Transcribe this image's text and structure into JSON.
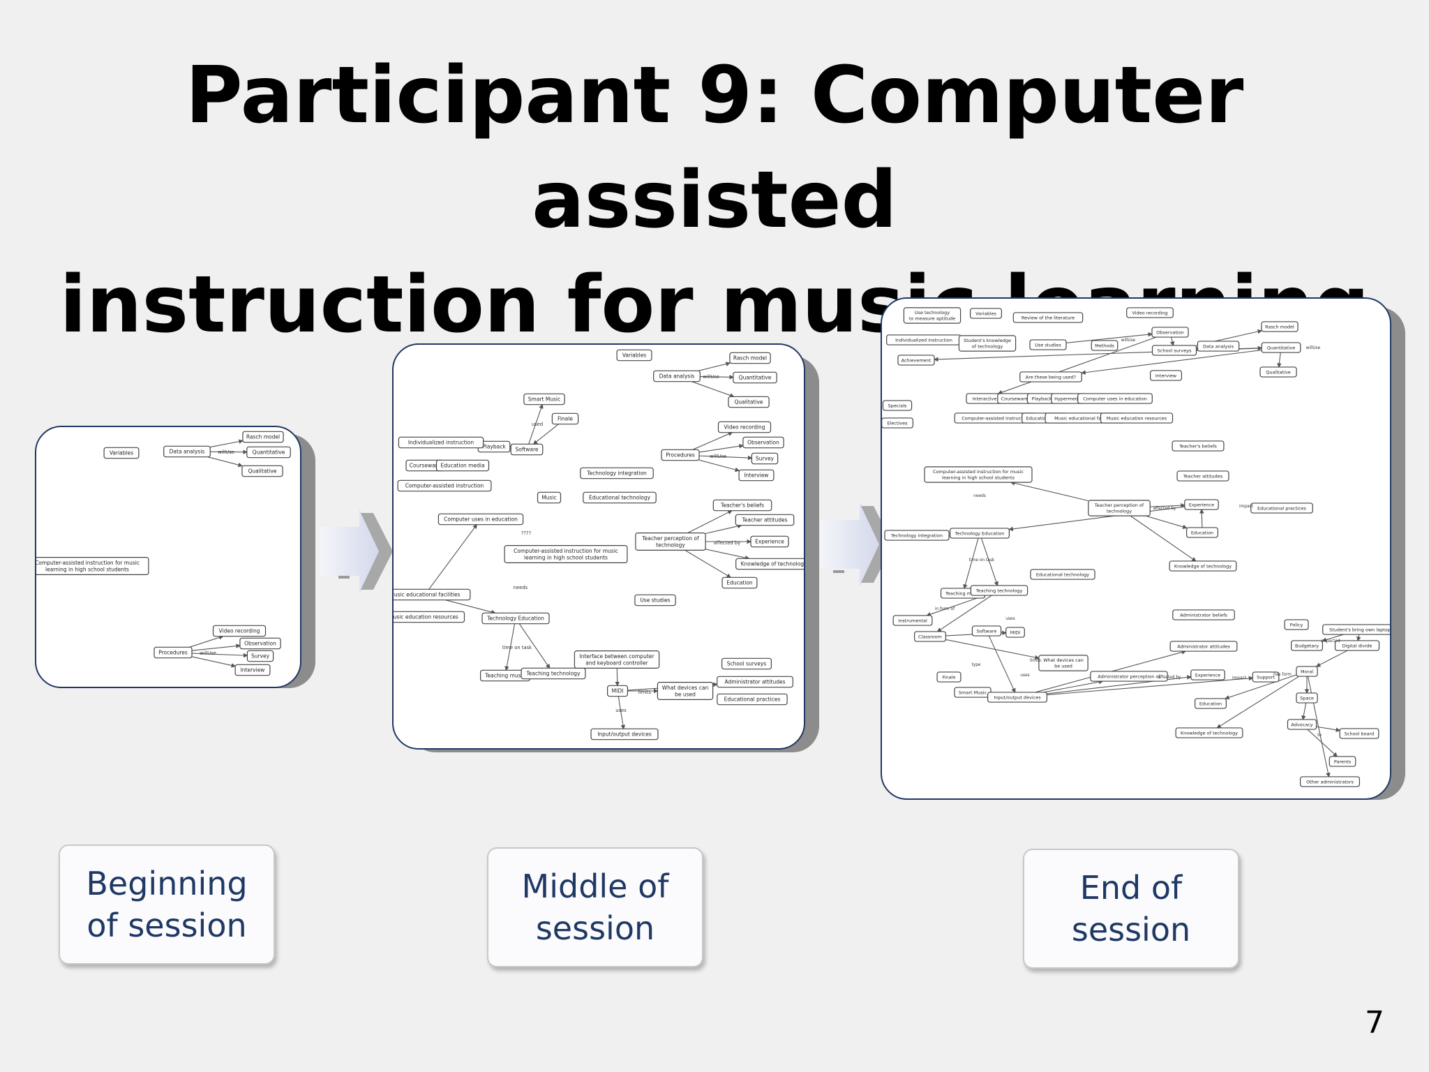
{
  "slide": {
    "title_line1": "Participant 9: Computer assisted",
    "title_line2": "instruction for music learning",
    "page_number": "7"
  },
  "labels": [
    {
      "line1": "Beginning",
      "line2": "of session"
    },
    {
      "line1": "Middle of",
      "line2": "session"
    },
    {
      "line1": "End of",
      "line2": "session"
    }
  ],
  "maps": [
    {
      "nodes": [
        "Variables",
        "Data analysis",
        "Rasch model",
        "Quantitative",
        "Qualitative",
        "Computer-assisted instruction for music",
        "learning in high school students",
        "Procedures",
        "Video recording",
        "Observation",
        "Survey",
        "Interview"
      ],
      "links": [
        "willUse",
        "willUse"
      ]
    },
    {
      "nodes": [
        "Variables",
        "Data analysis",
        "Rasch model",
        "Quantitative",
        "Qualitative",
        "Smart Music",
        "Finale",
        "Playback",
        "Software",
        "Individualized instruction",
        "Courseware",
        "Education media",
        "Computer-assisted instruction",
        "Technology integration",
        "Video recording",
        "Observation",
        "Procedures",
        "Survey",
        "Interview",
        "Educational technology",
        "Music",
        "Computer uses in education",
        "Teacher's beliefs",
        "Teacher attitudes",
        "Experience",
        "Knowledge of technology",
        "Education",
        "Teacher perception of",
        "technology",
        "Computer-assisted instruction for music",
        "learning in high school students",
        "Music educational facilities",
        "Music education resources",
        "Use studies",
        "Technology Education",
        "Teaching music",
        "Teaching technology",
        "Interface between computer",
        "and keyboard controller",
        "MIDI",
        "What devices can",
        "be used",
        "Input/output devices",
        "School surveys",
        "Administrator attitudes",
        "Educational practices"
      ],
      "links": [
        "willUse",
        "used",
        "willUse",
        "affected by",
        "????",
        "needs",
        "time on task",
        "limits",
        "uses"
      ]
    },
    {
      "nodes": [
        "Use technology",
        "to measure aptitude",
        "Variables",
        "Review of the literature",
        "Video recording",
        "Individualized instruction",
        "Student's knowledge",
        "of technology",
        "Use studies",
        "Methods",
        "Observation",
        "School surveys",
        "Data analysis",
        "Rasch model",
        "Quantitative",
        "Qualitative",
        "Achievement",
        "Are these being used?",
        "Interview",
        "Interactive",
        "Courseware",
        "Playback",
        "Hypermedia",
        "Computer uses in education",
        "Computer-assisted instruction",
        "Education media",
        "Music educational facilities",
        "Music education resources",
        "Specials",
        "Electives",
        "Teacher's beliefs",
        "Teacher attitudes",
        "Computer-assisted instruction for music",
        "learning in high school students",
        "Teacher perception of",
        "technology",
        "Experience",
        "Educational practices",
        "Education",
        "Technology integration",
        "Technology Education",
        "Knowledge of technology",
        "Teaching music",
        "Teaching technology",
        "Educational technology",
        "Instrumental",
        "Classroom",
        "Software",
        "MIDI",
        "What devices can",
        "be used",
        "Finale",
        "Smart Music",
        "Input/output devices",
        "Administrator beliefs",
        "Administrator attitudes",
        "Administrator perception of",
        "Experience",
        "Support",
        "Policy",
        "Budgetary",
        "Student's bring own laptop",
        "Digital divide",
        "Moral",
        "Space",
        "Advocacy",
        "School board",
        "Parents",
        "Other administrators",
        "Education",
        "Knowledge of technology"
      ],
      "links": [
        "willUse",
        "willUse",
        "needs",
        "affected by",
        "impact",
        "time on task",
        "in form of",
        "uses",
        "type",
        "limits",
        "uses",
        "affected by",
        "impact",
        "has form",
        "impacted",
        "to"
      ]
    }
  ],
  "colors": {
    "background": "#f0f0f0",
    "panel_border": "#1f3864",
    "label_text": "#1f3864",
    "arrow_fill": "#e2e6f2",
    "arrow_chevron": "#a6a6a6"
  }
}
